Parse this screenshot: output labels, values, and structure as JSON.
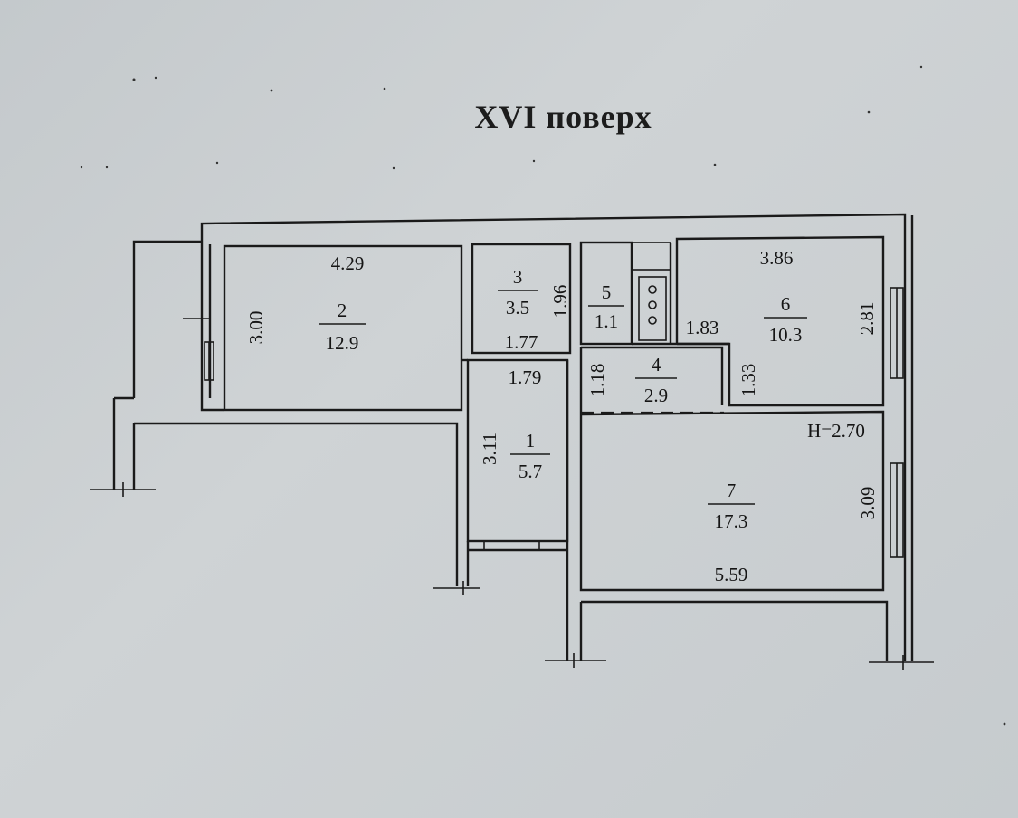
{
  "title": "XVI поверх",
  "ceiling_height": "H=2.70",
  "rooms": [
    {
      "number": "1",
      "area": "5.7"
    },
    {
      "number": "2",
      "area": "12.9"
    },
    {
      "number": "3",
      "area": "3.5"
    },
    {
      "number": "4",
      "area": "2.9"
    },
    {
      "number": "5",
      "area": "1.1"
    },
    {
      "number": "6",
      "area": "10.3"
    },
    {
      "number": "7",
      "area": "17.3"
    }
  ],
  "dimensions": {
    "room2_width": "4.29",
    "room2_depth": "3.00",
    "room3_depth": "1.96",
    "room3_width": "1.77",
    "room1_width": "1.79",
    "room1_depth": "3.11",
    "room4_depth": "1.18",
    "room4_width": "1.83",
    "room4_side": "1.33",
    "room6_width": "3.86",
    "room6_depth": "2.81",
    "room7_depth": "3.09",
    "room7_width": "5.59"
  }
}
